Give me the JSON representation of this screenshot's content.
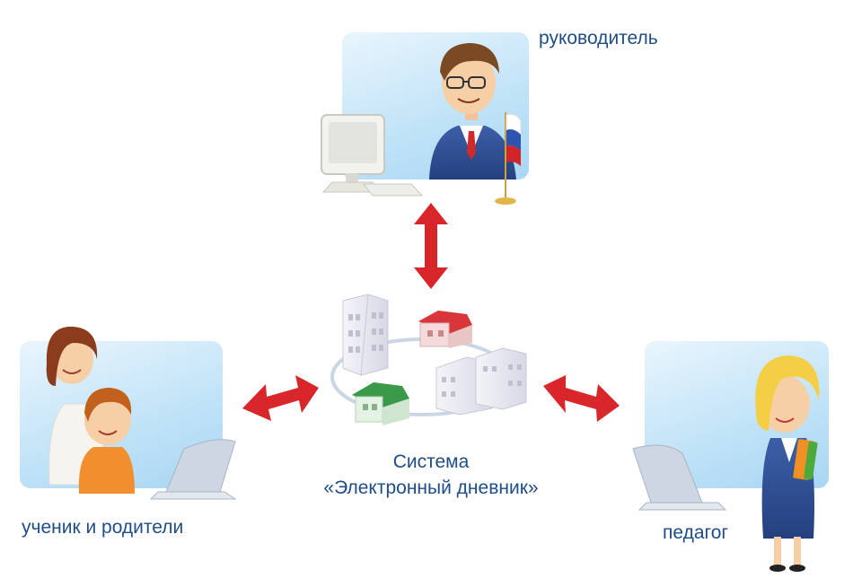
{
  "nodes": {
    "top": {
      "label": "руководитель"
    },
    "left": {
      "label": "ученик и родители"
    },
    "right": {
      "label": "педагог"
    }
  },
  "center": {
    "line1": "Система",
    "line2": "«Электронный дневник»"
  },
  "colors": {
    "arrow": "#d8262a",
    "text": "#1f4d87",
    "panel": "#bfe2f7"
  }
}
